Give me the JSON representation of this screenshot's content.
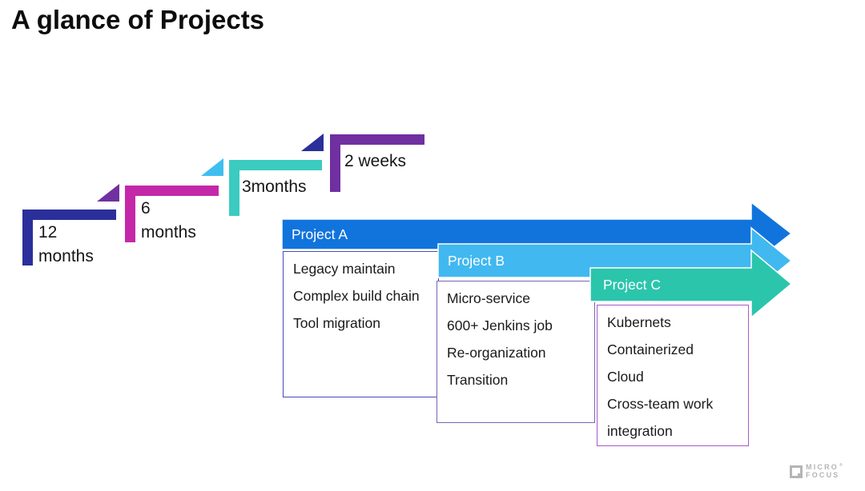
{
  "title": "A glance of Projects",
  "timeline": {
    "steps": [
      {
        "lines": [
          "12",
          "months"
        ],
        "color": "#2B2F9B"
      },
      {
        "lines": [
          "6",
          "months"
        ],
        "color": "#C428A8"
      },
      {
        "lines": [
          "3months"
        ],
        "color": "#3BCBC0"
      },
      {
        "lines": [
          "2 weeks"
        ],
        "color": "#7030A0"
      }
    ],
    "connector_triangle_colors": [
      "#7030A0",
      "#3FBEF0",
      "#2B2F9B"
    ]
  },
  "projects": [
    {
      "label": "Project A",
      "bar_color": "#1174DC",
      "box_border_color": "#4A4AC2",
      "items": [
        "Legacy maintain",
        "Complex build chain",
        "Tool migration"
      ]
    },
    {
      "label": "Project B",
      "bar_color": "#41B8F0",
      "box_border_color": "#7B63B5",
      "items": [
        "Micro-service",
        "600+ Jenkins job",
        "Re-organization",
        "Transition"
      ]
    },
    {
      "label": "Project C",
      "bar_color": "#2BC5AC",
      "box_border_color": "#A757C9",
      "items": [
        "Kubernets",
        "Containerized",
        "Cloud",
        "Cross-team work integration"
      ]
    }
  ],
  "footer": {
    "logo_line1": "MICRO",
    "logo_line2": "FOCUS",
    "trademark": "®"
  }
}
